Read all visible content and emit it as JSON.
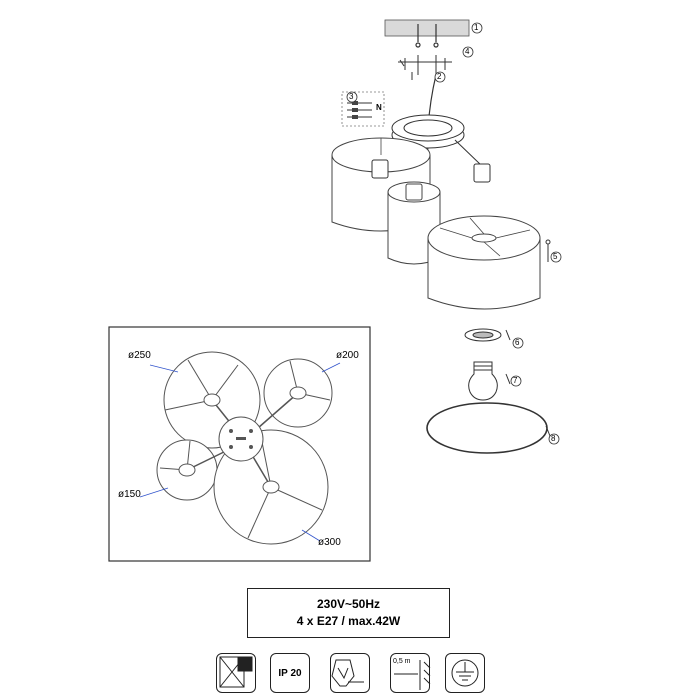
{
  "spec": {
    "voltage": "230V~50Hz",
    "lamps": "4 x E27 / max.42W"
  },
  "dimensions": {
    "d250": "ø250",
    "d200": "ø200",
    "d150": "ø150",
    "d300": "ø300"
  },
  "steps": [
    "1",
    "2",
    "3",
    "4",
    "5",
    "6",
    "7",
    "8"
  ],
  "wiring_labels": {
    "n": "N"
  },
  "icons": {
    "ip": "IP 20",
    "distance": "0,5 m"
  },
  "colors": {
    "line": "#333333",
    "leader": "#3355cc"
  }
}
